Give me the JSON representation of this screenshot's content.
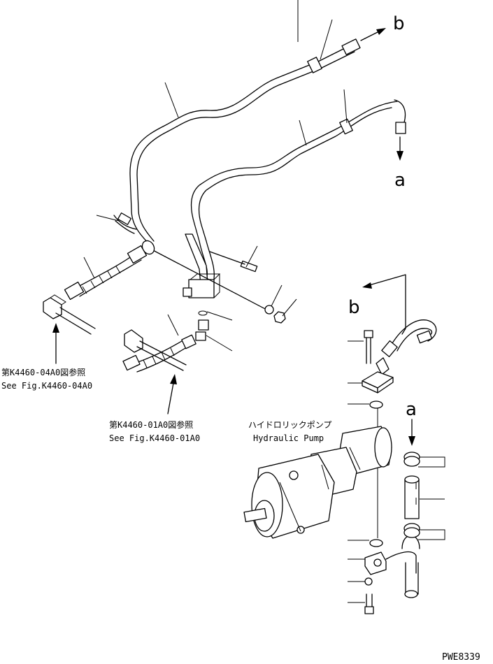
{
  "labels": {
    "b_top": "b",
    "a_top": "a",
    "b_mid": "b",
    "a_mid": "a",
    "ref1_jp": "第K4460-04A0図参照",
    "ref1_en": "See Fig.K4460-04A0",
    "ref2_jp": "第K4460-01A0図参照",
    "ref2_en": "See Fig.K4460-01A0",
    "pump_jp": "ハイドロリックポンプ",
    "pump_en": "Hydraulic Pump",
    "drawing_code": "PWE8339"
  }
}
